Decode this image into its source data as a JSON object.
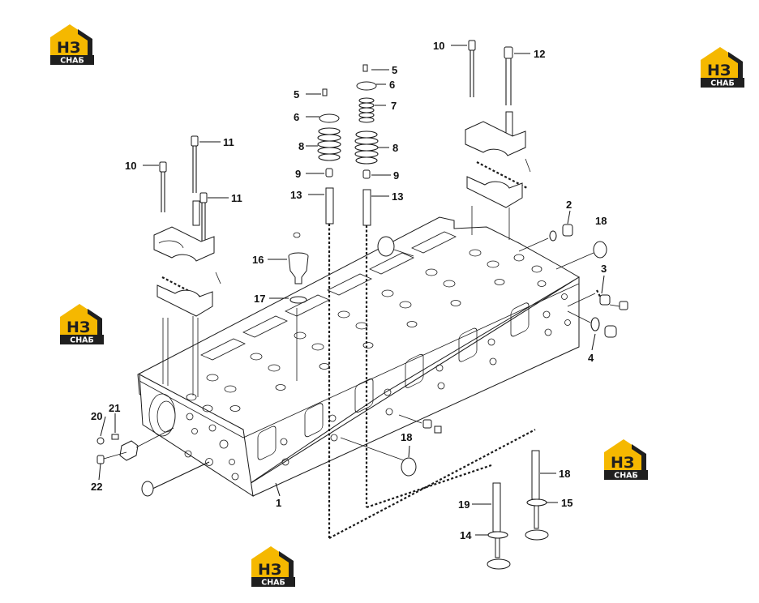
{
  "brand": {
    "mark_letters": "HЗ",
    "wordmark": "СНАБ",
    "colors": {
      "gold": "#F5B800",
      "dark": "#1F1F1F",
      "white": "#FFFFFF"
    }
  },
  "callouts": [
    {
      "label": "1"
    },
    {
      "label": "2"
    },
    {
      "label": "3"
    },
    {
      "label": "4"
    },
    {
      "label": "5"
    },
    {
      "label": "5"
    },
    {
      "label": "6"
    },
    {
      "label": "6"
    },
    {
      "label": "7"
    },
    {
      "label": "8"
    },
    {
      "label": "8"
    },
    {
      "label": "9"
    },
    {
      "label": "9"
    },
    {
      "label": "10"
    },
    {
      "label": "10"
    },
    {
      "label": "11"
    },
    {
      "label": "11"
    },
    {
      "label": "12"
    },
    {
      "label": "13"
    },
    {
      "label": "13"
    },
    {
      "label": "14"
    },
    {
      "label": "15"
    },
    {
      "label": "16"
    },
    {
      "label": "17"
    },
    {
      "label": "18"
    },
    {
      "label": "18"
    },
    {
      "label": "18"
    },
    {
      "label": "19"
    },
    {
      "label": "20"
    },
    {
      "label": "21"
    },
    {
      "label": "22"
    }
  ]
}
